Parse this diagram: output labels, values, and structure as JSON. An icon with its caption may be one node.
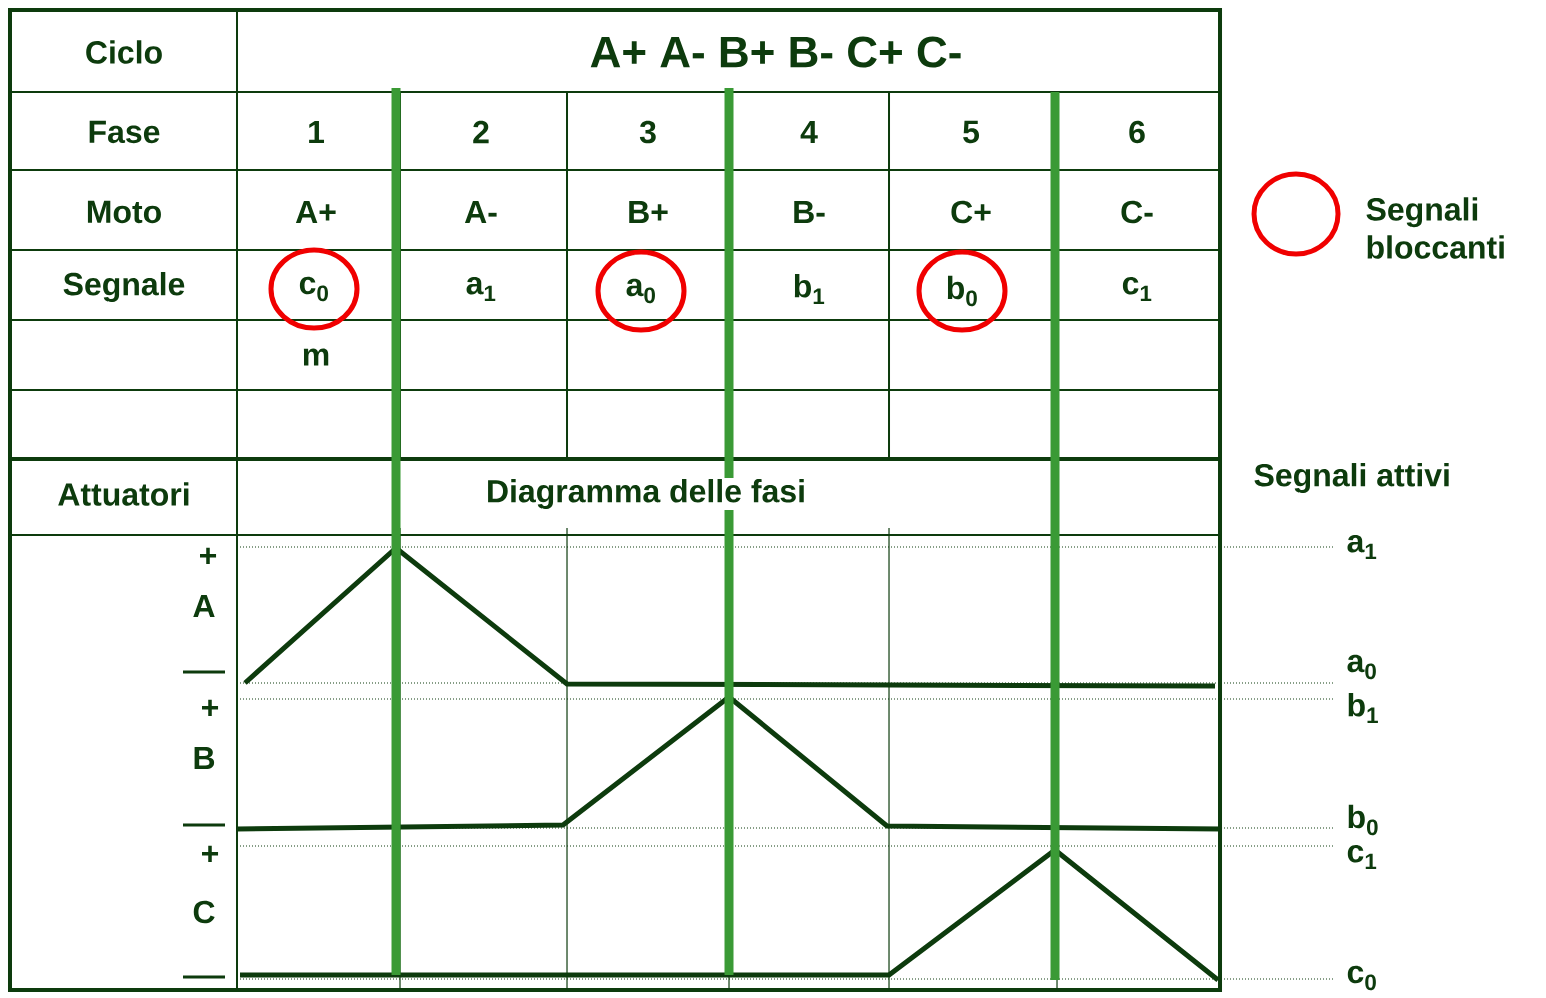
{
  "diagram": {
    "nodes": [
      {
        "text": [
          "c$_{0}$"
        ]
      },
      {
        "text": [
          "a$_{0}$"
        ]
      },
      {
        "text": [
          "b$_{0}$"
        ]
      }
    ],
    "labels": [
      "Ciclo",
      "A+ A- B+ B- C+ C-",
      "Fase",
      "1",
      "2",
      "3",
      "4",
      "5",
      "6",
      "Moto",
      "A+",
      "A-",
      "B+",
      "B-",
      "C+",
      "C-",
      "Segnale",
      "a$_{1}$",
      "b$_{1}$",
      "c$_{1}$",
      "m",
      "Attuatori",
      "Diagramma delle fasi",
      "Segnali attivi",
      "+",
      "A",
      "+",
      "B",
      "+",
      "C",
      "a$_{1}$",
      "a$_{0}$",
      "b$_{1}$",
      "b$_{0}$",
      "c$_{1}$",
      "c$_{0}$"
    ],
    "legend": [
      {
        "text": "Segnali bloccanti"
      }
    ]
  }
}
